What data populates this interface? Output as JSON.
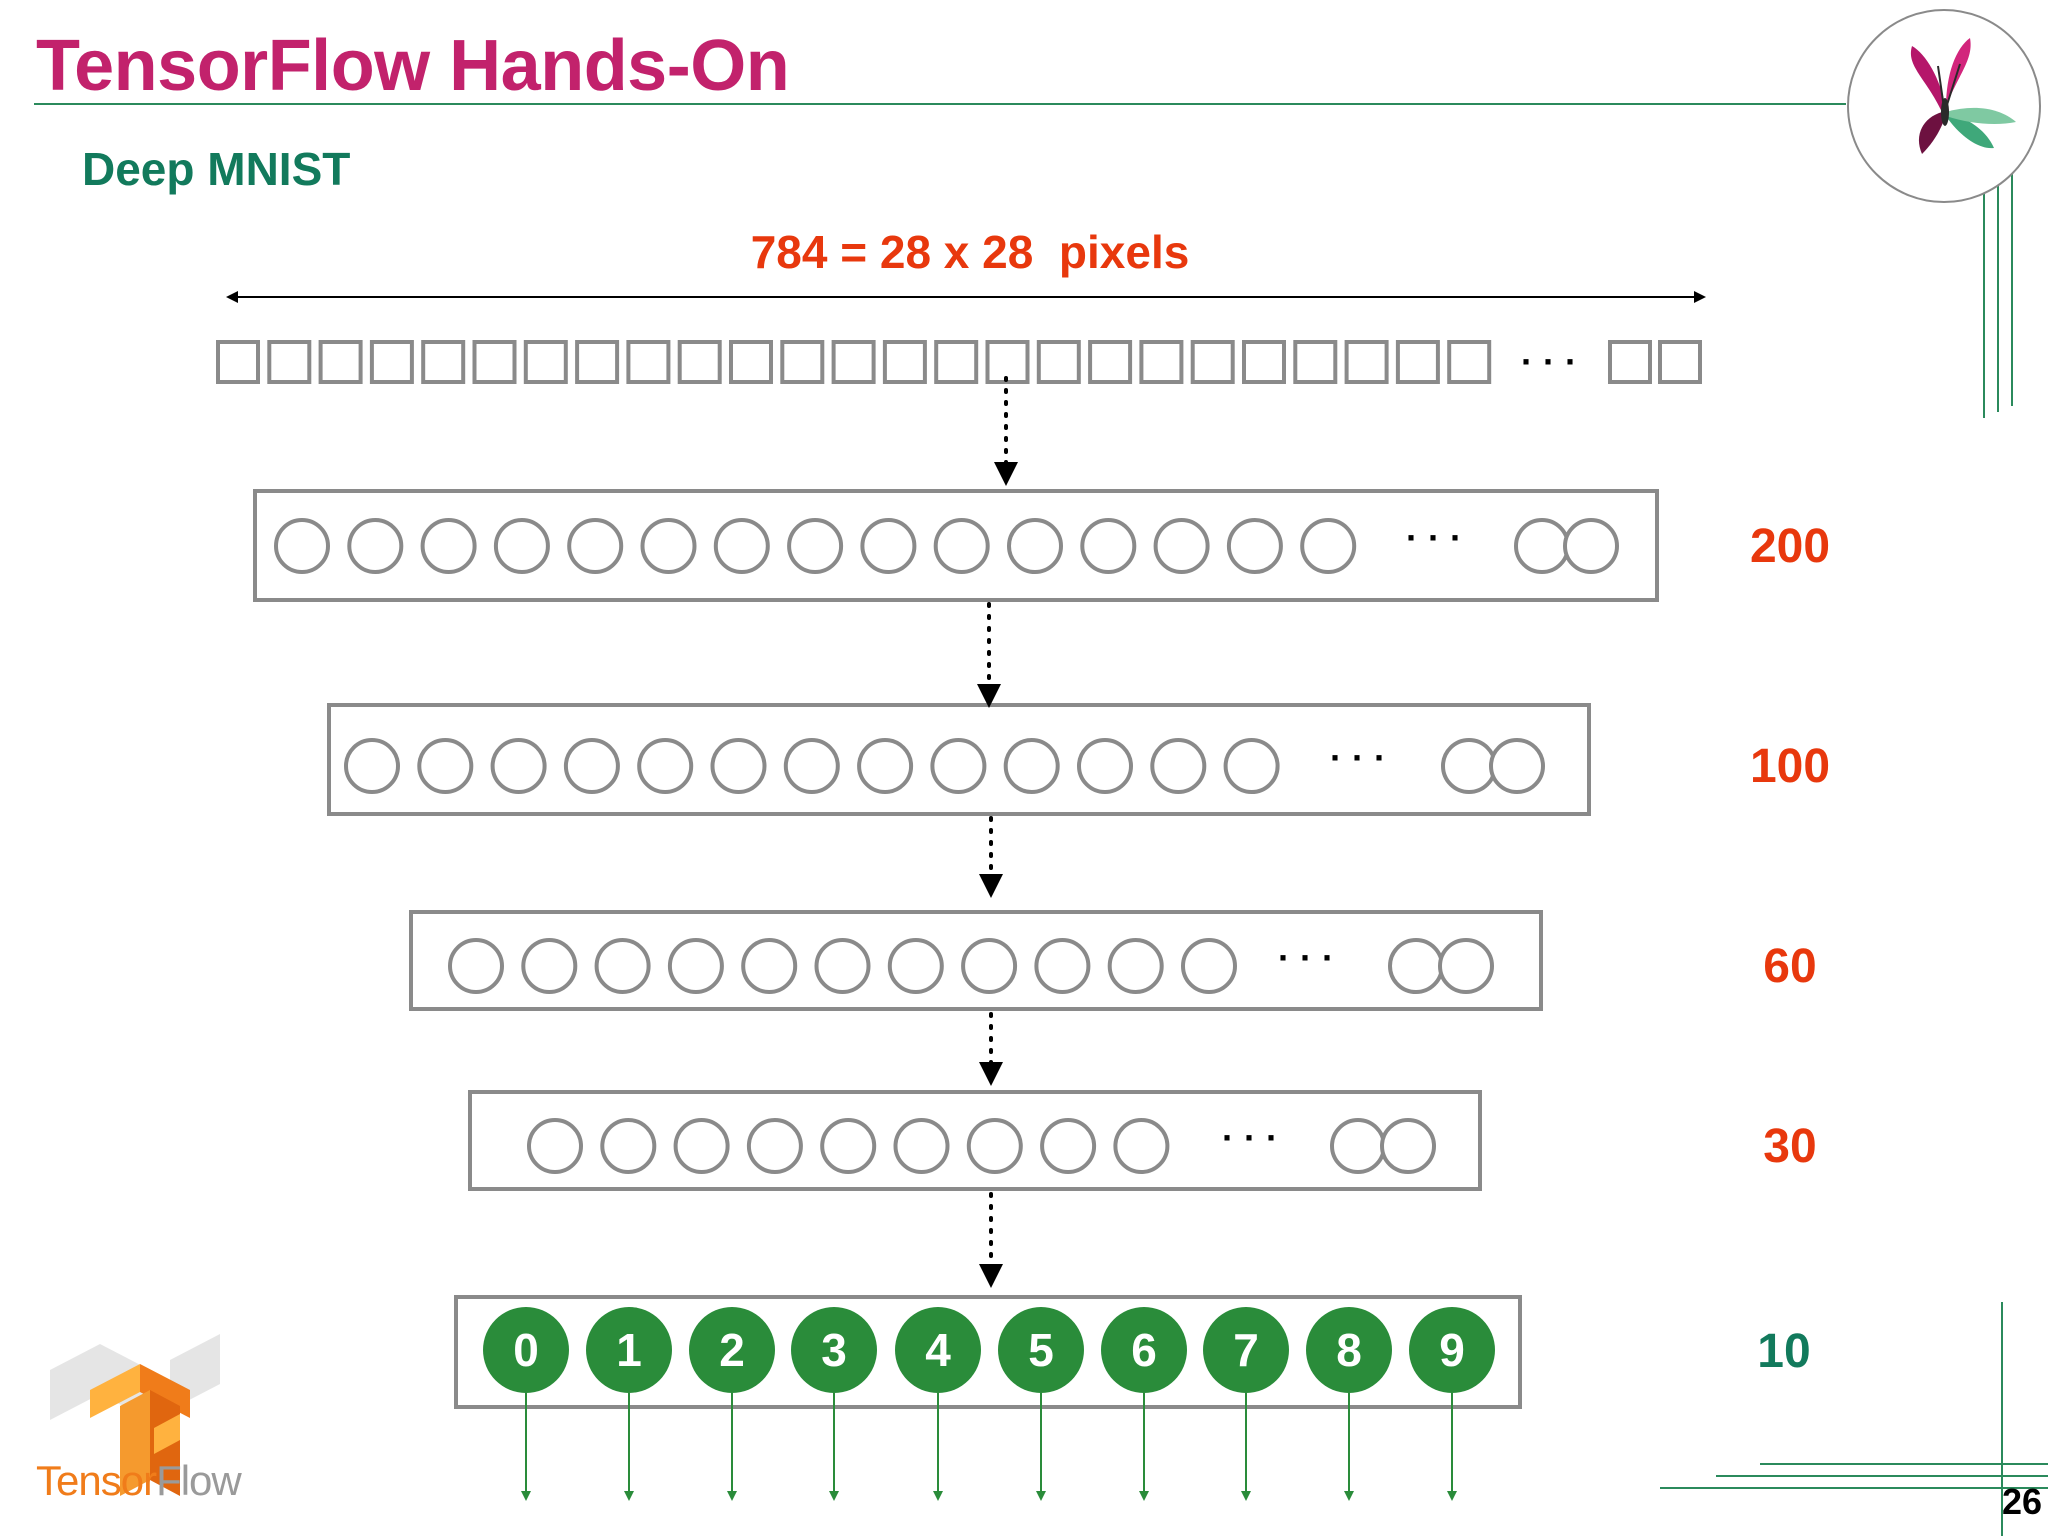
{
  "slide": {
    "title": "TensorFlow Hands-On",
    "subtitle": "Deep MNIST",
    "page_number": "26",
    "colors": {
      "title": "#c2226c",
      "subtitle": "#127a5c",
      "accent_line": "#2b8a5c",
      "red_label": "#e8380d",
      "green_label": "#127a5c",
      "output_node": "#2a8c3a",
      "box_stroke": "#8a8a8a"
    }
  },
  "logo": {
    "icon": "tensorflow-logo-icon",
    "word_part1": "Tensor",
    "word_part2": "Flow"
  },
  "decoration": {
    "icon": "butterfly-icon"
  },
  "diagram": {
    "input": {
      "label": "784 = 28 x 28  pixels",
      "ellipsis": "· · ·"
    },
    "layers": [
      {
        "size_label": "200",
        "ellipsis": "· · ·"
      },
      {
        "size_label": "100",
        "ellipsis": "· · ·"
      },
      {
        "size_label": "60",
        "ellipsis": "· · ·"
      },
      {
        "size_label": "30",
        "ellipsis": "· · ·"
      }
    ],
    "output": {
      "size_label": "10",
      "digits": [
        "0",
        "1",
        "2",
        "3",
        "4",
        "5",
        "6",
        "7",
        "8",
        "9"
      ]
    }
  }
}
